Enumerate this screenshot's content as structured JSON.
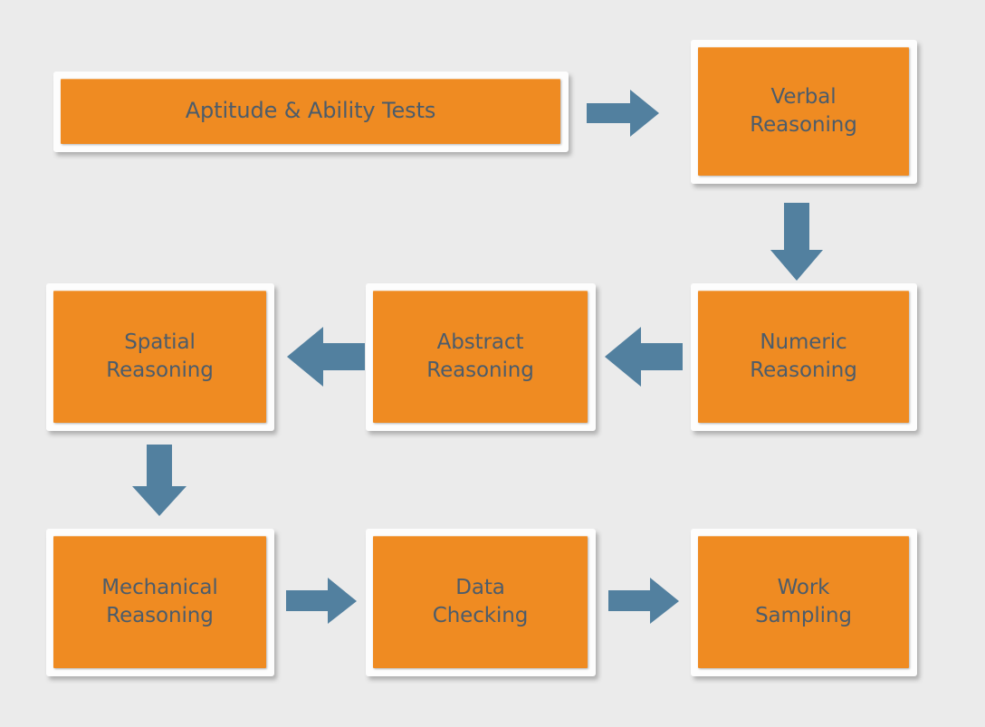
{
  "diagram": {
    "title": "Aptitude & Ability Tests flowchart",
    "background_color": "#ebebeb",
    "node_fill_color": "#ef8b22",
    "node_frame_color": "#fdfdfd",
    "node_text_color": "#4c5c6b",
    "arrow_color": "#52809f"
  },
  "nodes": [
    {
      "id": "aptitude-ability-tests",
      "label": "Aptitude & Ability Tests"
    },
    {
      "id": "verbal-reasoning",
      "label": "Verbal\nReasoning"
    },
    {
      "id": "numeric-reasoning",
      "label": "Numeric\nReasoning"
    },
    {
      "id": "abstract-reasoning",
      "label": "Abstract\nReasoning"
    },
    {
      "id": "spatial-reasoning",
      "label": "Spatial\nReasoning"
    },
    {
      "id": "mechanical-reasoning",
      "label": "Mechanical\nReasoning"
    },
    {
      "id": "data-checking",
      "label": "Data\nChecking"
    },
    {
      "id": "work-sampling",
      "label": "Work\nSampling"
    }
  ],
  "arrows": [
    {
      "id": "aptitude-to-verbal",
      "direction": "right"
    },
    {
      "id": "verbal-to-numeric",
      "direction": "down"
    },
    {
      "id": "numeric-to-abstract",
      "direction": "left"
    },
    {
      "id": "abstract-to-spatial",
      "direction": "left"
    },
    {
      "id": "spatial-to-mechanical",
      "direction": "down"
    },
    {
      "id": "mechanical-to-data-checking",
      "direction": "right"
    },
    {
      "id": "data-checking-to-work-sampling",
      "direction": "right"
    }
  ]
}
